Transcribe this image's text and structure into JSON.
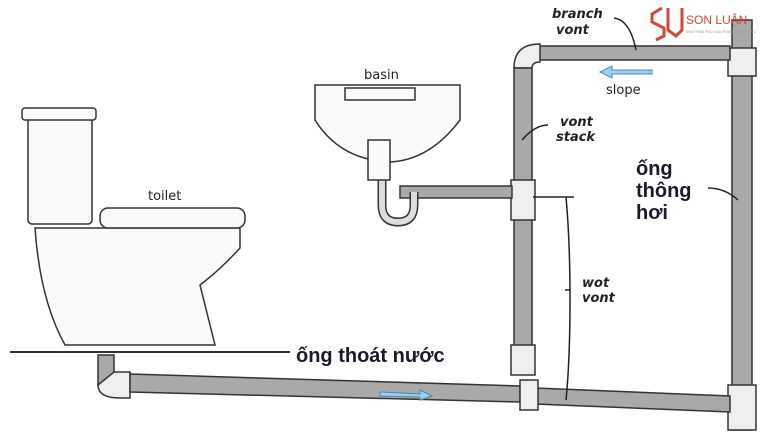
{
  "labels": {
    "branch_vent": [
      "branch",
      "vont"
    ],
    "slope": "slope",
    "basin": "basin",
    "vent_stack": [
      "vont",
      "stack"
    ],
    "toilet": "toilet",
    "wet_vent": [
      "wot",
      "vont"
    ],
    "vent_pipe_vi": [
      "ống",
      "thông",
      "hơi"
    ],
    "drain_pipe_vi": "ống thoát nước"
  },
  "logo": {
    "name": "SON LUẬN",
    "tagline": "NHÀ PHÂN PHỐI SẢN PHẨM CHÍNH HÃNG",
    "color": "#d9443a"
  }
}
